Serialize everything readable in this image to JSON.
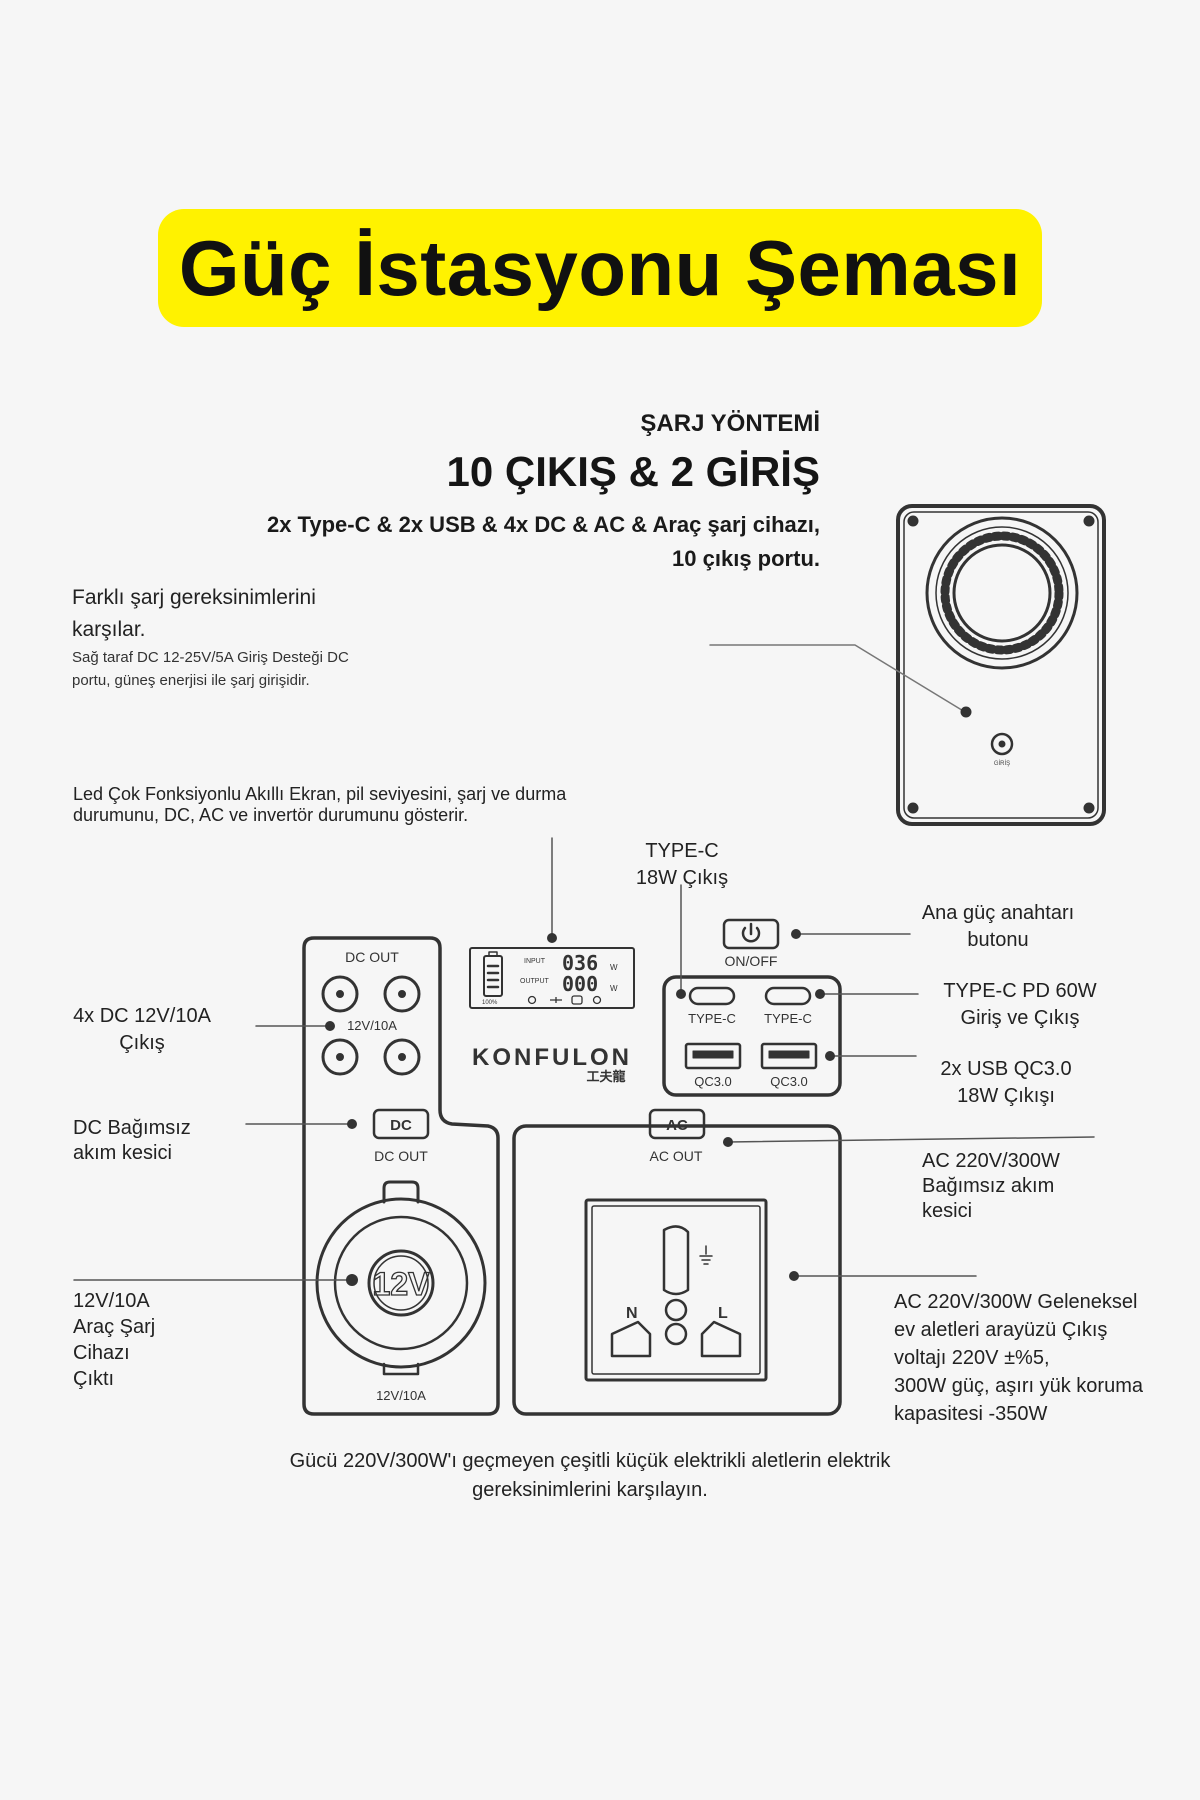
{
  "title": "Güç İstasyonu Şeması",
  "header": {
    "charge_method": "ŞARJ YÖNTEMİ",
    "io_headline": "10 ÇIKIŞ & 2 GİRİŞ",
    "io_detail": "2x Type-C & 2x USB & 4x DC & AC & Araç şarj cihazı, 10 çıkış portu."
  },
  "left_note": {
    "main": "Farklı şarj gereksinimlerini karşılar.",
    "sub": "Sağ taraf DC 12-25V/5A Giriş Desteği DC portu, güneş enerjisi ile şarj girişidir."
  },
  "led_note": "Led Çok Fonksiyonlu Akıllı Ekran, pil seviyesini, şarj ve durma durumunu, DC, AC ve invertör durumunu gösterir.",
  "labels": {
    "typec_18w_line1": "TYPE-C",
    "typec_18w_line2": "18W Çıkış",
    "power_switch_line1": "Ana güç anahtarı",
    "power_switch_line2": "butonu",
    "typec_pd_line1": "TYPE-C PD 60W",
    "typec_pd_line2": "Giriş ve Çıkış",
    "usb_qc_line1": "2x USB QC3.0",
    "usb_qc_line2": "18W Çıkışı",
    "dc_out_line1": "4x DC 12V/10A",
    "dc_out_line2": "Çıkış",
    "dc_breaker_line1": "DC Bağımsız",
    "dc_breaker_line2": "akım kesici",
    "ac_breaker_line1": "AC 220V/300W",
    "ac_breaker_line2": "Bağımsız akım",
    "ac_breaker_line3": "kesici",
    "car_line1": "12V/10A",
    "car_line2": "Araç Şarj",
    "car_line3": "Cihazı",
    "car_line4": "Çıktı",
    "ac_outlet_line1": "AC 220V/300W Geleneksel",
    "ac_outlet_line2": "ev aletleri arayüzü Çıkış",
    "ac_outlet_line3": "voltajı 220V ±%5,",
    "ac_outlet_line4": "300W güç, aşırı yük koruma",
    "ac_outlet_line5": "kapasitesi -350W"
  },
  "device": {
    "dc_out_label": "DC OUT",
    "dc_rating": "12V/10A",
    "dc_button": "DC",
    "dc_out_label_2": "DC OUT",
    "car_socket": "12V",
    "car_rating": "12V/10A",
    "ac_button": "AC",
    "ac_out_label": "AC OUT",
    "on_off": "ON/OFF",
    "typec_label_1": "TYPE-C",
    "typec_label_2": "TYPE-C",
    "qc_label_1": "QC3.0",
    "qc_label_2": "QC3.0",
    "brand": "KONFULON",
    "brand_cn": "工夫龍",
    "lcd_input_label": "INPUT",
    "lcd_output_label": "OUTPUT",
    "lcd_input_value": "036",
    "lcd_output_value": "000",
    "lcd_unit_1": "W",
    "lcd_unit_2": "W",
    "lcd_battery": "100%",
    "outlet_n": "N",
    "outlet_l": "L",
    "side_port_label": "GİRİŞ"
  },
  "footer": "Gücü 220V/300W'ı geçmeyen çeşitli küçük elektrikli aletlerin elektrik gereksinimlerini karşılayın.",
  "colors": {
    "banner": "#fff200",
    "background": "#f6f6f6",
    "line": "#333333"
  }
}
